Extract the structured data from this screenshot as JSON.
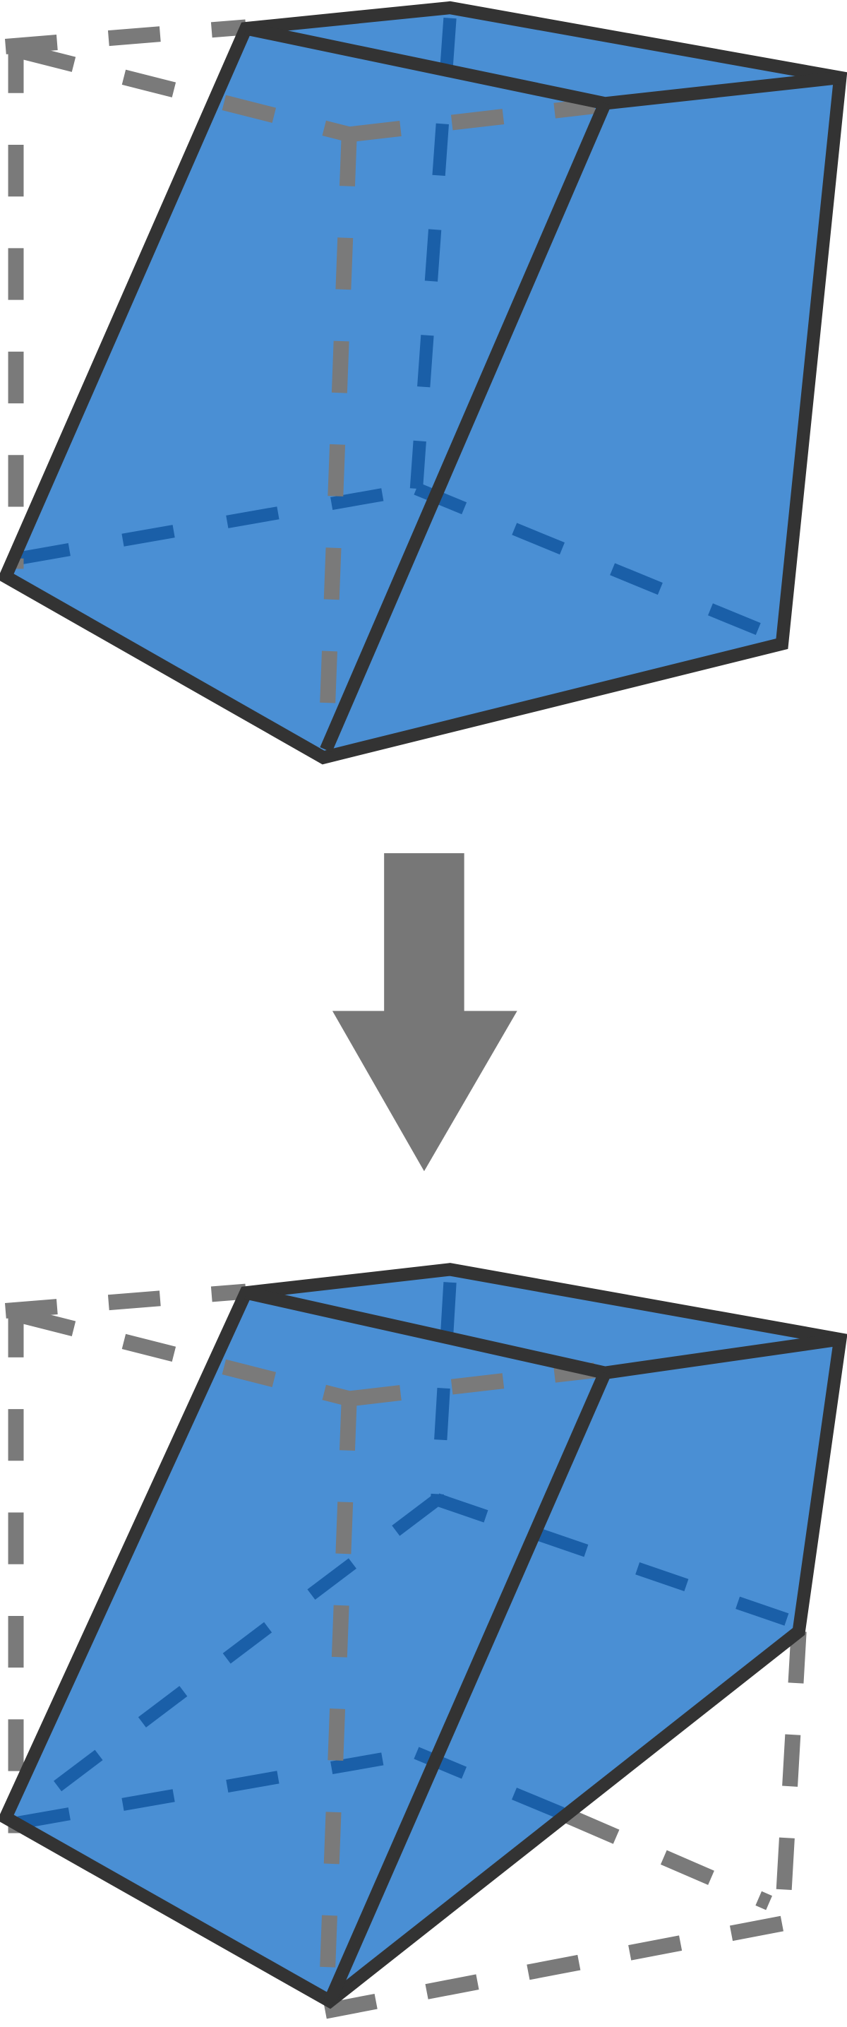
{
  "colors": {
    "face_fill": "#4a8fd4",
    "edge": "#333333",
    "hidden_edge_blue": "#1a5fa8",
    "original_outline_grey": "#7a7a7a",
    "arrow": "#777777",
    "background": "#ffffff"
  },
  "diagram": {
    "panels": [
      "before",
      "after"
    ],
    "connector": "arrow-down"
  }
}
